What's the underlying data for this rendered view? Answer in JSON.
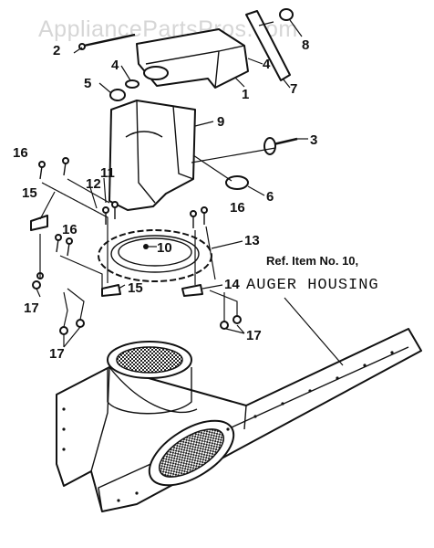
{
  "watermark": "AppliancePartsPros.com",
  "reference": {
    "line1": "Ref. Item No. 10,",
    "line2": "AUGER HOUSING"
  },
  "callouts": {
    "c1": "1",
    "c2": "2",
    "c3": "3",
    "c4a": "4",
    "c4b": "4",
    "c5": "5",
    "c6": "6",
    "c7": "7",
    "c8": "8",
    "c9": "9",
    "c10": "10",
    "c11": "11",
    "c12": "12",
    "c13": "13",
    "c14": "14",
    "c15a": "15",
    "c15b": "15",
    "c16a": "16",
    "c16b": "16",
    "c16c": "16",
    "c17a": "17",
    "c17b": "17",
    "c17c": "17"
  }
}
